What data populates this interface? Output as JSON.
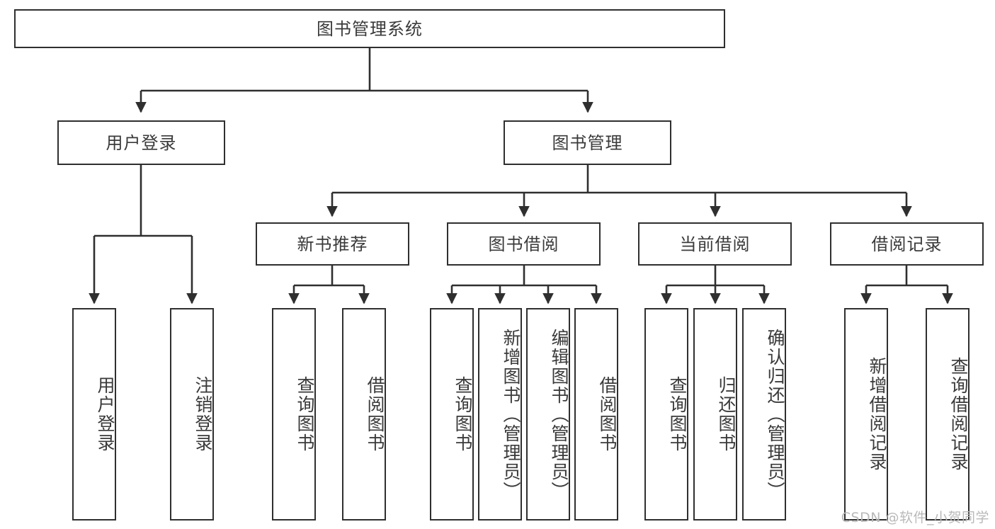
{
  "diagram": {
    "type": "tree-hierarchy",
    "title": "图书管理系统",
    "watermark": "CSDN @软件_小贺同学",
    "line_color": "#2f2f2f",
    "box_fill": "#ffffff",
    "text_color": "#3a3a3a",
    "levels": [
      {
        "level": 1,
        "nodes": [
          {
            "id": "root",
            "label": "图书管理系统",
            "orientation": "horizontal"
          }
        ]
      },
      {
        "level": 2,
        "nodes": [
          {
            "id": "login",
            "label": "用户登录",
            "orientation": "horizontal",
            "parent": "root"
          },
          {
            "id": "bookmgmt",
            "label": "图书管理",
            "orientation": "horizontal",
            "parent": "root"
          }
        ]
      },
      {
        "level": 3,
        "nodes": [
          {
            "id": "newbook",
            "label": "新书推荐",
            "orientation": "horizontal",
            "parent": "bookmgmt"
          },
          {
            "id": "borrow",
            "label": "图书借阅",
            "orientation": "horizontal",
            "parent": "bookmgmt"
          },
          {
            "id": "current",
            "label": "当前借阅",
            "orientation": "horizontal",
            "parent": "bookmgmt"
          },
          {
            "id": "records",
            "label": "借阅记录",
            "orientation": "horizontal",
            "parent": "bookmgmt"
          }
        ]
      },
      {
        "level": 4,
        "nodes": [
          {
            "id": "leaf1",
            "label": "用户登录",
            "orientation": "vertical",
            "parent": "login"
          },
          {
            "id": "leaf2",
            "label": "注销登录",
            "orientation": "vertical",
            "parent": "login"
          },
          {
            "id": "leaf3",
            "label": "查询图书",
            "orientation": "vertical",
            "parent": "newbook"
          },
          {
            "id": "leaf4",
            "label": "借阅图书",
            "orientation": "vertical",
            "parent": "newbook"
          },
          {
            "id": "leaf5",
            "label": "查询图书",
            "orientation": "vertical",
            "parent": "borrow"
          },
          {
            "id": "leaf6",
            "label": "新增图书（管理员）",
            "orientation": "vertical",
            "parent": "borrow"
          },
          {
            "id": "leaf7",
            "label": "编辑图书（管理员）",
            "orientation": "vertical",
            "parent": "borrow"
          },
          {
            "id": "leaf8",
            "label": "借阅图书",
            "orientation": "vertical",
            "parent": "borrow"
          },
          {
            "id": "leaf9",
            "label": "查询图书",
            "orientation": "vertical",
            "parent": "current"
          },
          {
            "id": "leaf10",
            "label": "归还图书",
            "orientation": "vertical",
            "parent": "current"
          },
          {
            "id": "leaf11",
            "label": "确认归还（管理员）",
            "orientation": "vertical",
            "parent": "current"
          },
          {
            "id": "leaf12",
            "label": "新增借阅记录",
            "orientation": "vertical",
            "parent": "records"
          },
          {
            "id": "leaf13",
            "label": "查询借阅记录",
            "orientation": "vertical",
            "parent": "records"
          }
        ]
      }
    ]
  }
}
